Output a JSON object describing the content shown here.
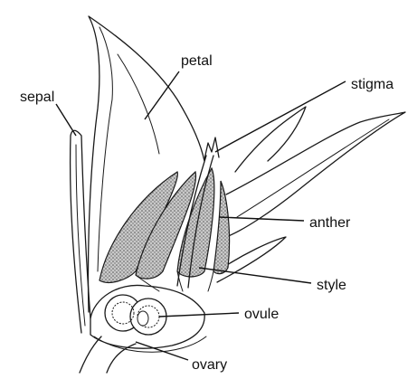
{
  "labels": {
    "petal": "petal",
    "sepal": "sepal",
    "stigma": "stigma",
    "anther": "anther",
    "style": "style",
    "ovule": "ovule",
    "ovary": "ovary"
  },
  "colors": {
    "line": "#1a1a1a",
    "background": "#ffffff",
    "anther_fill": "#8a8a8a"
  }
}
